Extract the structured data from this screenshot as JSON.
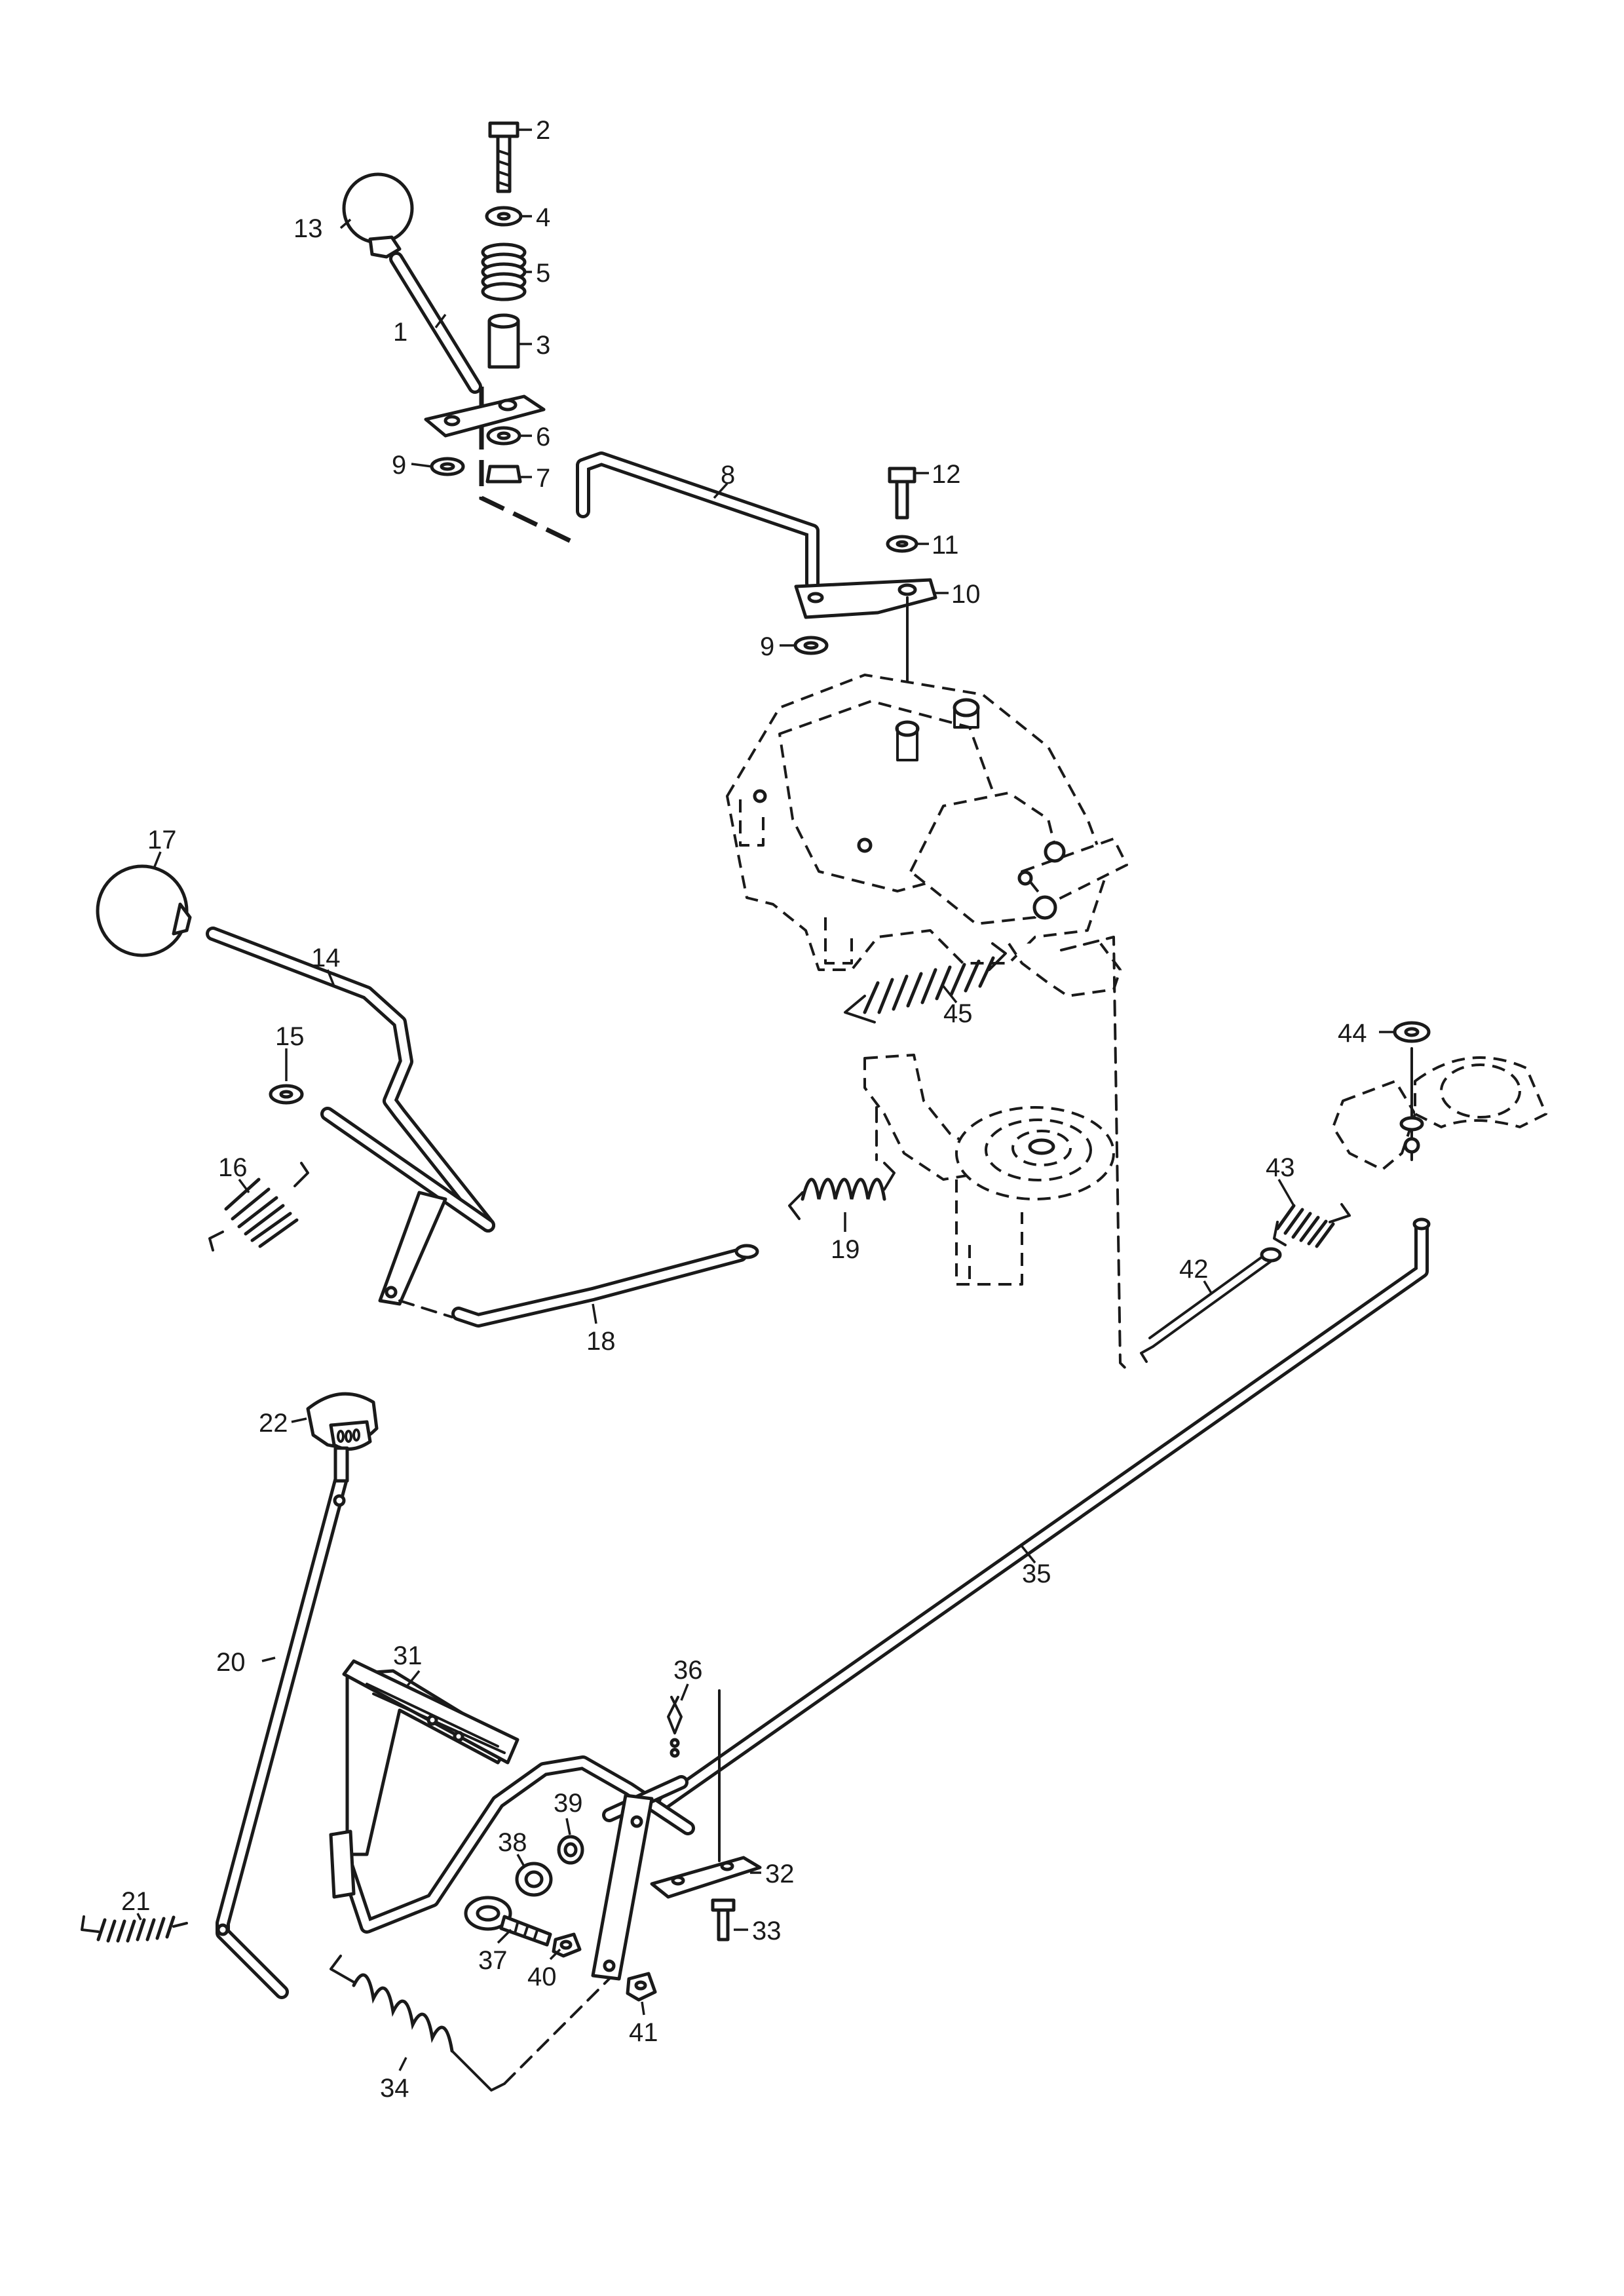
{
  "callouts": [
    {
      "num": "1"
    },
    {
      "num": "2"
    },
    {
      "num": "3"
    },
    {
      "num": "4"
    },
    {
      "num": "5"
    },
    {
      "num": "6"
    },
    {
      "num": "7"
    },
    {
      "num": "8"
    },
    {
      "num": "9"
    },
    {
      "num": "9"
    },
    {
      "num": "10"
    },
    {
      "num": "11"
    },
    {
      "num": "12"
    },
    {
      "num": "13"
    },
    {
      "num": "14"
    },
    {
      "num": "15"
    },
    {
      "num": "16"
    },
    {
      "num": "17"
    },
    {
      "num": "18"
    },
    {
      "num": "19"
    },
    {
      "num": "20"
    },
    {
      "num": "21"
    },
    {
      "num": "22"
    },
    {
      "num": "31"
    },
    {
      "num": "32"
    },
    {
      "num": "33"
    },
    {
      "num": "34"
    },
    {
      "num": "35"
    },
    {
      "num": "36"
    },
    {
      "num": "37"
    },
    {
      "num": "38"
    },
    {
      "num": "39"
    },
    {
      "num": "40"
    },
    {
      "num": "41"
    },
    {
      "num": "42"
    },
    {
      "num": "43"
    },
    {
      "num": "44"
    },
    {
      "num": "45"
    }
  ],
  "style": {
    "line_color": "#1a1a1a",
    "background": "#ffffff"
  }
}
